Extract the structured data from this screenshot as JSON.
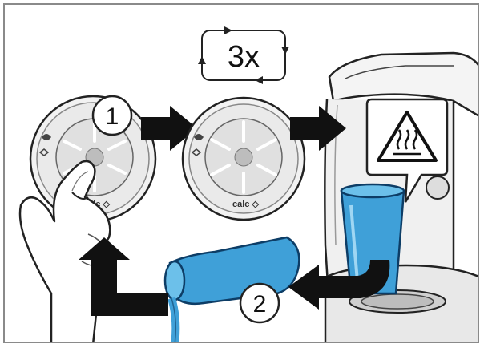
{
  "repeat": {
    "label": "3x"
  },
  "steps": {
    "one": "1",
    "two": "2"
  },
  "dial": {
    "label": "calc ◇"
  },
  "colors": {
    "water": "#3fa0d8",
    "water_dark": "#1f6fa8",
    "cup_outline": "#0d3d66",
    "arrow": "#111111",
    "line": "#222222",
    "button_face": "#e6e6e6"
  },
  "icons": {
    "warning": "hot-surface-warning-icon",
    "repeat": "repeat-cycle-icon"
  }
}
